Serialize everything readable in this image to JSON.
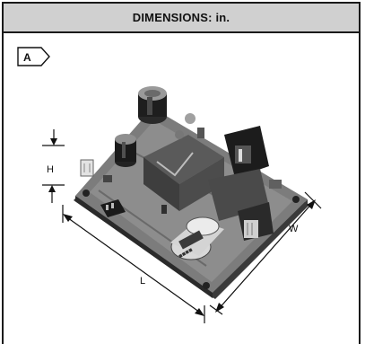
{
  "header": {
    "title": "DIMENSIONS: in."
  },
  "figure": {
    "tag": "A",
    "dimension_labels": {
      "height": "H",
      "length": "L",
      "width": "W"
    },
    "image_subject": "open-frame power supply circuit board"
  }
}
